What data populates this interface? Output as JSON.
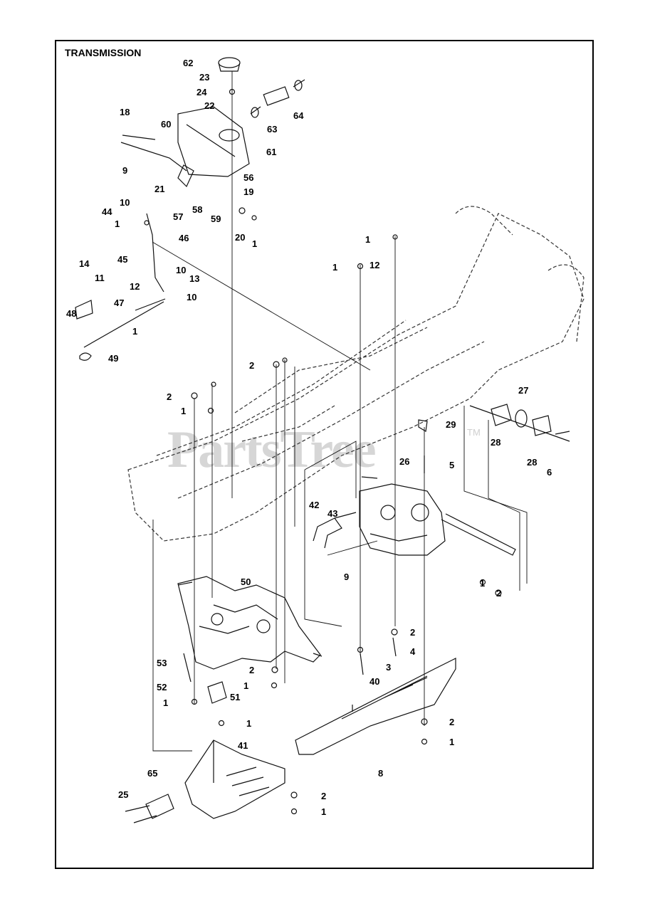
{
  "title": "TRANSMISSION",
  "watermark": "PartsTree",
  "trademark": "TM",
  "callouts": [
    "62",
    "23",
    "24",
    "22",
    "18",
    "60",
    "61",
    "64",
    "63",
    "9",
    "21",
    "56",
    "19",
    "57",
    "58",
    "59",
    "10",
    "44",
    "20",
    "1",
    "1",
    "46",
    "45",
    "1",
    "1",
    "12",
    "14",
    "11",
    "13",
    "12",
    "10",
    "47",
    "10",
    "48",
    "1",
    "49",
    "2",
    "2",
    "1",
    "27",
    "28",
    "29",
    "28",
    "6",
    "26",
    "5",
    "42",
    "43",
    "50",
    "9",
    "1",
    "2",
    "53",
    "2",
    "2",
    "4",
    "1",
    "3",
    "52",
    "51",
    "1",
    "40",
    "1",
    "2",
    "1",
    "41",
    "65",
    "25",
    "8",
    "2",
    "1"
  ]
}
